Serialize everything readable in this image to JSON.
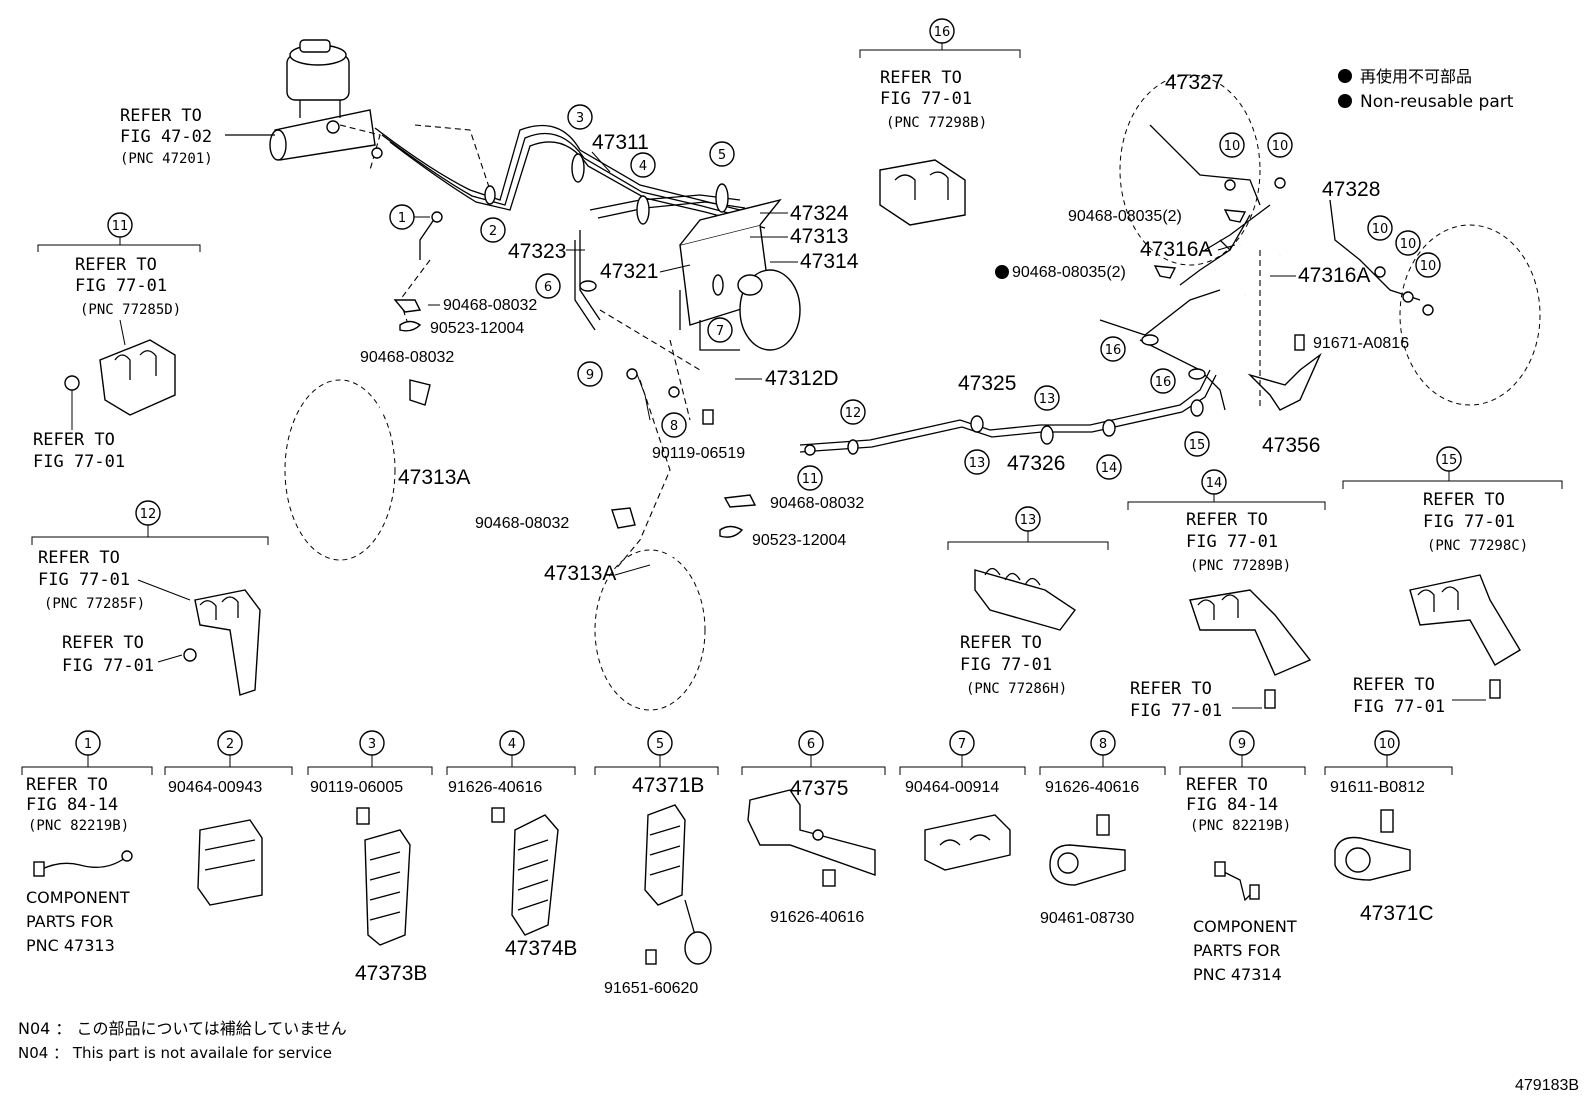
{
  "legend": {
    "non_reusable_jp": "再使用不可部品",
    "non_reusable_en": "Non-reusable part"
  },
  "notes": {
    "jp": "N04 ： この部品については補給していません",
    "en": "N04 ： This part is not availale for service"
  },
  "figure_id": "479183B",
  "refer": {
    "r_fig4702": [
      "REFER TO",
      "FIG 47-02",
      "(PNC 47201)"
    ],
    "r_fig7701_16": [
      "REFER TO",
      "FIG 77-01",
      "(PNC 77298B)"
    ],
    "r_fig7701_11": [
      "REFER TO",
      "FIG 77-01",
      "(PNC 77285D)"
    ],
    "r_fig7701_11b": [
      "REFER TO",
      "FIG 77-01"
    ],
    "r_fig7701_12": [
      "REFER TO",
      "FIG 77-01",
      "(PNC 77285F)"
    ],
    "r_fig7701_12b": [
      "REFER TO",
      "FIG 77-01"
    ],
    "r_fig7701_13": [
      "REFER TO",
      "FIG 77-01",
      "(PNC 77286H)"
    ],
    "r_fig7701_14": [
      "REFER TO",
      "FIG 77-01",
      "(PNC 77289B)"
    ],
    "r_fig7701_14b": [
      "REFER TO",
      "FIG 77-01"
    ],
    "r_fig7701_15": [
      "REFER TO",
      "FIG 77-01",
      "(PNC 77298C)"
    ],
    "r_fig7701_15b": [
      "REFER TO",
      "FIG 77-01"
    ],
    "r_fig8414_1": [
      "REFER TO",
      "FIG 84-14",
      "(PNC 82219B)"
    ],
    "r_fig8414_9": [
      "REFER TO",
      "FIG 84-14",
      "(PNC 82219B)"
    ]
  },
  "component_notes": {
    "c1": [
      "COMPONENT",
      "PARTS FOR",
      "PNC 47313"
    ],
    "c9": [
      "COMPONENT",
      "PARTS FOR",
      "PNC 47314"
    ]
  },
  "parts": {
    "p47311": "47311",
    "p47324": "47324",
    "p47313": "47313",
    "p47314": "47314",
    "p47323": "47323",
    "p47321": "47321",
    "p47312D": "47312D",
    "p47313A_a": "47313A",
    "p47313A_b": "47313A",
    "p47325": "47325",
    "p47326": "47326",
    "p47327": "47327",
    "p47328": "47328",
    "p47316A_a": "47316A",
    "p47316A_b": "47316A",
    "p47356": "47356",
    "p90468_08032_a": "90468-08032",
    "p90523_12004_a": "90523-12004",
    "p90468_08032_b": "90468-08032",
    "p90119_06519": "90119-06519",
    "p90468_08032_c": "90468-08032",
    "p90468_08032_d": "90468-08032",
    "p90523_12004_b": "90523-12004",
    "p90468_08035_a": "90468-08035(2)",
    "p90468_08035_b": "90468-08035(2)",
    "p91671_A0816": "91671-A0816",
    "p90464_00943": "90464-00943",
    "p90119_06005": "90119-06005",
    "p91626_40616_a": "91626-40616",
    "p47371B": "47371B",
    "p47375": "47375",
    "p90464_00914": "90464-00914",
    "p91626_40616_b": "91626-40616",
    "p91611_B0812": "91611-B0812",
    "p47373B": "47373B",
    "p47374B": "47374B",
    "p91651_60620": "91651-60620",
    "p91626_40616_c": "91626-40616",
    "p90461_08730": "90461-08730",
    "p47371C": "47371C"
  },
  "callouts": [
    "1",
    "2",
    "3",
    "4",
    "5",
    "6",
    "7",
    "8",
    "9",
    "10",
    "11",
    "12",
    "13",
    "14",
    "15",
    "16"
  ]
}
